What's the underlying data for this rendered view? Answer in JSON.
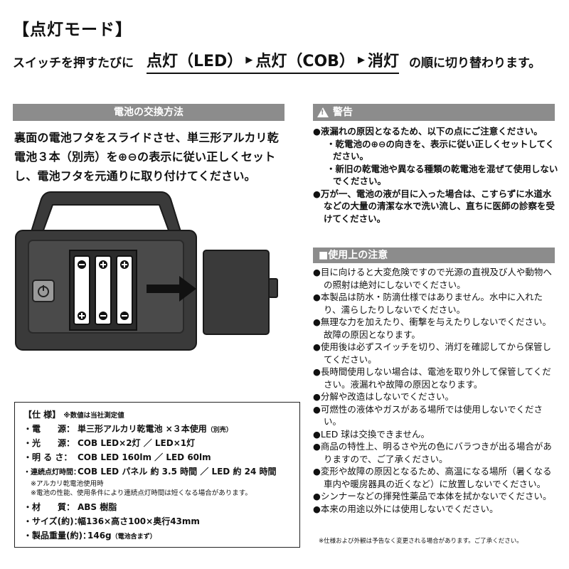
{
  "heading": "【点灯モード】",
  "mode": {
    "prefix": "スイッチを押すたびに",
    "step1": "点灯（LED）",
    "arrow1": "▶",
    "step2": "点灯（COB）",
    "arrow2": "▶",
    "step3": "消灯",
    "suffix": "の順に切り替わります。"
  },
  "battery": {
    "title": "電池の交換方法",
    "text": "裏面の電池フタをスライドさせ、単三形アルカリ乾電池３本（別売）を⊕⊖の表示に従い正しくセットし、電池フタを元通りに取り付けてください。"
  },
  "spec": {
    "title": "【仕 様】",
    "title_note": "※数値は当社測定値",
    "rows": [
      {
        "label": "・電　　源：",
        "value": "単三形アルカリ乾電池 ×３本使用",
        "small": "（別売）"
      },
      {
        "label": "・光　　源：",
        "value": "COB LED×2灯 ／ LED×1灯",
        "small": ""
      },
      {
        "label": "・明 る さ：",
        "value": "COB LED 160lm ／ LED 60lm",
        "small": ""
      },
      {
        "label": "・連続点灯時間：",
        "value": "COB LED パネル 約 3.5 時間 ／ LED 約 24 時間",
        "small": ""
      },
      {
        "label": "・材　　質：",
        "value": "ABS 樹脂",
        "small": ""
      },
      {
        "label": "・サイズ(約)：",
        "value": "幅136×高さ100×奥行43mm",
        "small": ""
      },
      {
        "label": "・製品重量(約)：",
        "value": "146g",
        "small": "（電池含まず）"
      }
    ],
    "note1": "※アルカリ乾電池使用時",
    "note2": "※電池の性能、使用条件により連続点灯時間は短くなる場合があります。"
  },
  "warning": {
    "title": "警告",
    "icon": "warning-triangle-icon",
    "items": [
      {
        "type": "item",
        "text": "●液漏れの原因となるため、以下の点にご注意ください。"
      },
      {
        "type": "sub",
        "text": "・乾電池の⊕⊖の向きを、表示に従い正しくセットしてください。"
      },
      {
        "type": "sub",
        "text": "・新旧の乾電池や異なる種類の乾電池を混ぜて使用しないでください。"
      },
      {
        "type": "item",
        "text": "●万が一、電池の液が目に入った場合は、こすらずに水道水などの大量の清潔な水で洗い流し、直ちに医師の診察を受けてください。"
      }
    ]
  },
  "usage": {
    "title": "■使用上の注意",
    "items": [
      "●目に向けると大変危険ですので光源の直視及び人や動物への照射は絶対にしないでください。",
      "●本製品は防水・防滴仕様ではありません。水中に入れたり、濡らしたりしないでください。",
      "●無理な力を加えたり、衝撃を与えたりしないでください。故障の原因となります。",
      "●使用後は必ずスイッチを切り、消灯を確認してから保管してください。",
      "●長時間使用しない場合は、電池を取り外して保管してください。液漏れや故障の原因となります。",
      "●分解や改造はしないでください。",
      "●可燃性の液体やガスがある場所では使用しないでください。",
      "●LED 球は交換できません。",
      "●商品の特性上、明るさや光の色にバラつきが出る場合がありますので、ご了承ください。",
      "●変形や故障の原因となるため、高温になる場所（暑くなる車内や暖房器具の近くなど）に放置しないでください。",
      "●シンナーなどの揮発性薬品で本体を拭かないでください。",
      "●本来の用途以外には使用しないでください。"
    ],
    "footnote": "※仕様および外観は予告なく変更される場合があります。ご了承ください。"
  },
  "colors": {
    "bar_gray": "#8c8c8c",
    "device_dark": "#3a3a3a",
    "text": "#111111"
  }
}
